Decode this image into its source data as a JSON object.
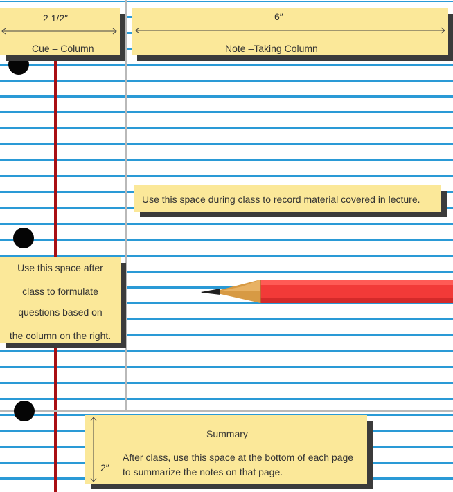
{
  "cue_header": {
    "measure": "2 1/2″",
    "label": "Cue – Column"
  },
  "note_header": {
    "measure": "6″",
    "label": "Note –Taking Column"
  },
  "note_callout": "Use this space during class to record material covered in lecture.",
  "cue_callout": {
    "lines": [
      "Use this space after",
      "class to formulate",
      "questions based on",
      "the column on the right."
    ]
  },
  "summary": {
    "title": "Summary",
    "measure": "2″",
    "lines": [
      "After class, use this space at the bottom of each page",
      "to summarize the notes on that page."
    ]
  },
  "colors": {
    "ruled_line": "#2a9ad6",
    "margin_line": "#a80f14",
    "sticky_note": "#fbe899",
    "pencil_body": "#f23a38"
  }
}
